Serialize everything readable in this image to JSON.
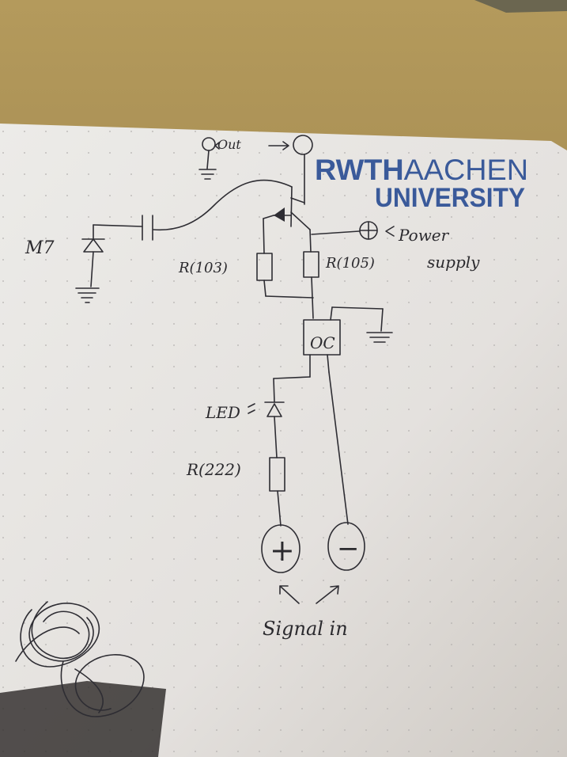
{
  "logo": {
    "line1_bold": "RWTH",
    "line1_rest": "AACHEN",
    "line2": "UNIVERSITY",
    "color": "#3a5a9a"
  },
  "labels": {
    "out": "Out",
    "power_supply_line1": "Power",
    "power_supply_line2": "supply",
    "r103": "R(103)",
    "r105": "R(105)",
    "m7": "M7",
    "oc": "OC",
    "led": "LED",
    "r222": "R(222)",
    "plus": "+",
    "minus": "−",
    "signal_in": "Signal in"
  },
  "colors": {
    "paper": "#e9e6e3",
    "ink": "#2e2d33",
    "table": "#a48a4e"
  }
}
